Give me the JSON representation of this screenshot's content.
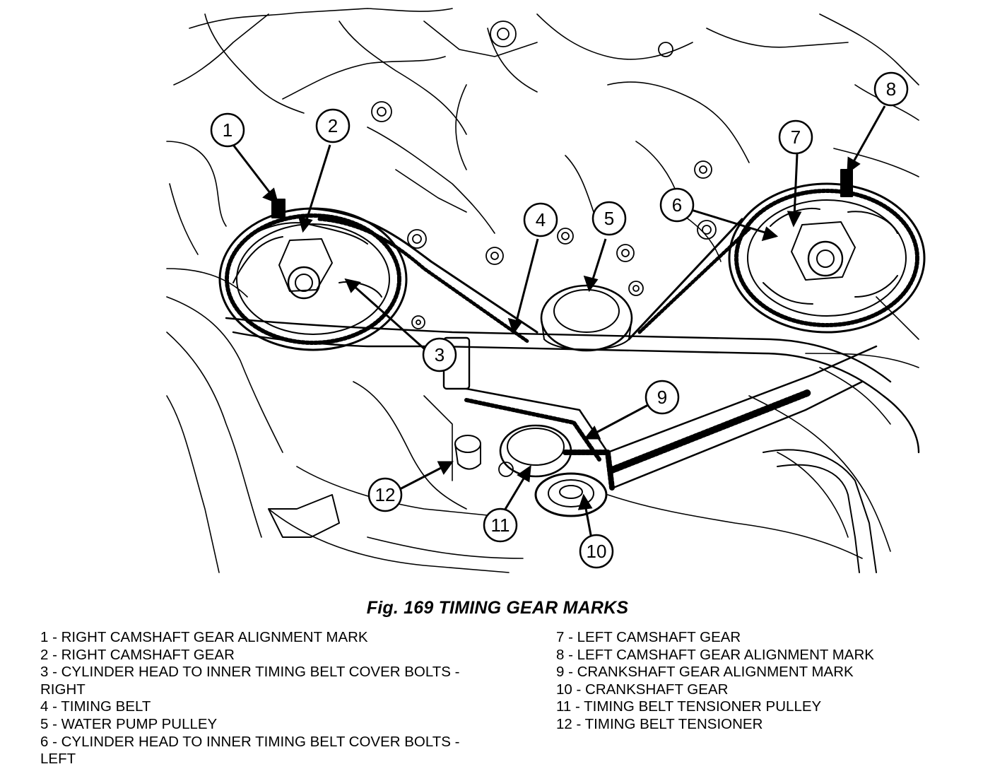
{
  "figure": {
    "caption": "Fig. 169 TIMING GEAR MARKS"
  },
  "callouts": [
    "1",
    "2",
    "3",
    "4",
    "5",
    "6",
    "7",
    "8",
    "9",
    "10",
    "11",
    "12"
  ],
  "legend": {
    "left": [
      {
        "text": "1 - RIGHT CAMSHAFT GEAR ALIGNMENT MARK"
      },
      {
        "text": "2 - RIGHT CAMSHAFT GEAR"
      },
      {
        "text": "3 - CYLINDER HEAD TO INNER TIMING BELT COVER BOLTS -\nRIGHT"
      },
      {
        "text": "4 - TIMING BELT"
      },
      {
        "text": "5 - WATER PUMP PULLEY"
      },
      {
        "text": "6 - CYLINDER HEAD TO INNER TIMING BELT COVER BOLTS -\nLEFT"
      }
    ],
    "right": [
      {
        "text": "7 - LEFT CAMSHAFT GEAR"
      },
      {
        "text": "8 - LEFT CAMSHAFT GEAR ALIGNMENT MARK"
      },
      {
        "text": "9 - CRANKSHAFT GEAR ALIGNMENT MARK\n"
      },
      {
        "text": "10 - CRANKSHAFT GEAR"
      },
      {
        "text": "11 - TIMING BELT TENSIONER PULLEY"
      },
      {
        "text": "12 - TIMING BELT TENSIONER"
      }
    ]
  }
}
